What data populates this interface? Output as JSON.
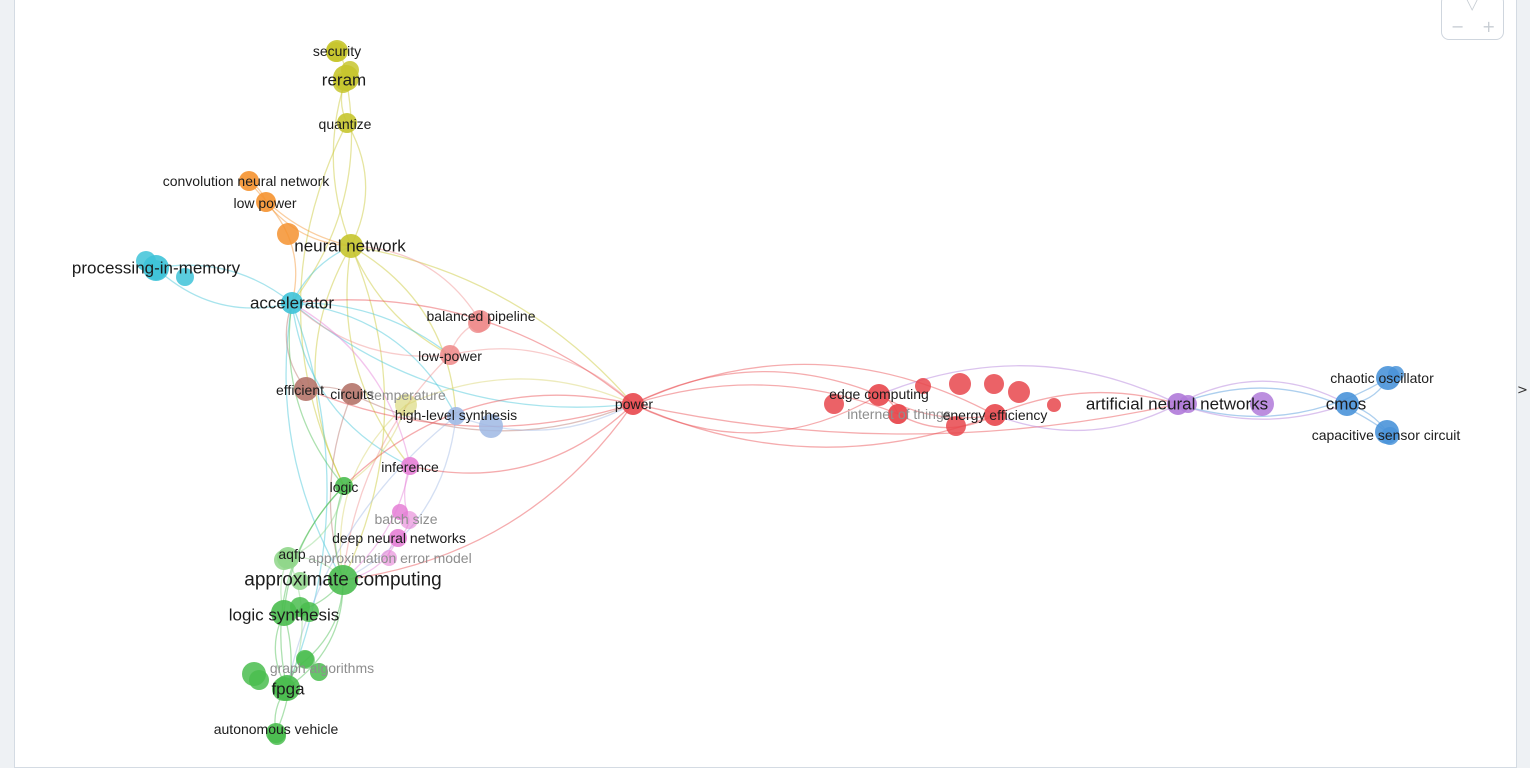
{
  "colors": {
    "red": "#e8474c",
    "pink_light": "#ef8e8e",
    "yellow": "#c7c52e",
    "orange": "#f5922f",
    "cyan": "#3ec3d8",
    "brown": "#b5746a",
    "light_yellow": "#d6d36a",
    "light_blue": "#9fb9e4",
    "magenta": "#e57fd6",
    "green": "#4abd4f",
    "light_green": "#8fd68a",
    "purple": "#b07ad9",
    "blue": "#4a94d9"
  },
  "icons": {
    "zoom_out": "minus-icon",
    "zoom_in": "plus-icon",
    "menu": "triangle-down-icon",
    "expand": "chevron-right-icon"
  },
  "controls": {
    "zoom_out": "−",
    "zoom_in": "+",
    "menu": "▽",
    "expand": ">"
  },
  "nodes": [
    {
      "id": "security",
      "label": "security",
      "c": "yellow",
      "w": "normal"
    },
    {
      "id": "reram",
      "label": "reram",
      "c": "yellow",
      "w": "large"
    },
    {
      "id": "quantize",
      "label": "quantize",
      "c": "yellow",
      "w": "normal"
    },
    {
      "id": "convolution",
      "label": "convolution neural network",
      "c": "orange",
      "w": "normal"
    },
    {
      "id": "lowpower",
      "label": "low power",
      "c": "orange",
      "w": "normal"
    },
    {
      "id": "neuralnetwork",
      "label": "neural network",
      "c": "yellow",
      "w": "large"
    },
    {
      "id": "pim",
      "label": "processing-in-memory",
      "c": "cyan",
      "w": "large"
    },
    {
      "id": "accelerator",
      "label": "accelerator",
      "c": "cyan",
      "w": "large"
    },
    {
      "id": "balanced",
      "label": "balanced pipeline",
      "c": "pink_light",
      "w": "normal"
    },
    {
      "id": "lowdash",
      "label": "low-power",
      "c": "pink_light",
      "w": "normal"
    },
    {
      "id": "efficient",
      "label": "efficient",
      "c": "brown",
      "w": "normal"
    },
    {
      "id": "circuits",
      "label": "circuits",
      "c": "brown",
      "w": "normal"
    },
    {
      "id": "temperature",
      "label": "temperature",
      "c": "light_yellow",
      "w": "faded"
    },
    {
      "id": "hls",
      "label": "high-level synthesis",
      "c": "light_blue",
      "w": "normal"
    },
    {
      "id": "power",
      "label": "power",
      "c": "red",
      "w": "normal"
    },
    {
      "id": "edge",
      "label": "edge computing",
      "c": "red",
      "w": "normal"
    },
    {
      "id": "iot",
      "label": "internet of things",
      "c": "red",
      "w": "faded"
    },
    {
      "id": "energy",
      "label": "energy efficiency",
      "c": "red",
      "w": "normal"
    },
    {
      "id": "ann",
      "label": "artificial neural networks",
      "c": "purple",
      "w": "large"
    },
    {
      "id": "cmos",
      "label": "cmos",
      "c": "blue",
      "w": "large"
    },
    {
      "id": "chaotic",
      "label": "chaotic oscillator",
      "c": "blue",
      "w": "normal"
    },
    {
      "id": "capacitive",
      "label": "capacitive sensor circuit",
      "c": "blue",
      "w": "normal"
    },
    {
      "id": "inference",
      "label": "inference",
      "c": "magenta",
      "w": "normal"
    },
    {
      "id": "logic",
      "label": "logic",
      "c": "green",
      "w": "normal"
    },
    {
      "id": "batch",
      "label": "batch size",
      "c": "magenta",
      "w": "faded"
    },
    {
      "id": "dnn",
      "label": "deep neural networks",
      "c": "magenta",
      "w": "normal"
    },
    {
      "id": "aqfp",
      "label": "aqfp",
      "c": "light_green",
      "w": "normal"
    },
    {
      "id": "approxerr",
      "label": "approximation error model",
      "c": "magenta",
      "w": "faded"
    },
    {
      "id": "approx",
      "label": "approximate computing",
      "c": "green",
      "w": "xlarge"
    },
    {
      "id": "logicsyn",
      "label": "logic synthesis",
      "c": "green",
      "w": "large"
    },
    {
      "id": "graph",
      "label": "graph algorithms",
      "c": "green",
      "w": "faded"
    },
    {
      "id": "fpga",
      "label": "fpga",
      "c": "green",
      "w": "large"
    },
    {
      "id": "autonomous",
      "label": "autonomous vehicle",
      "c": "green",
      "w": "normal"
    }
  ]
}
